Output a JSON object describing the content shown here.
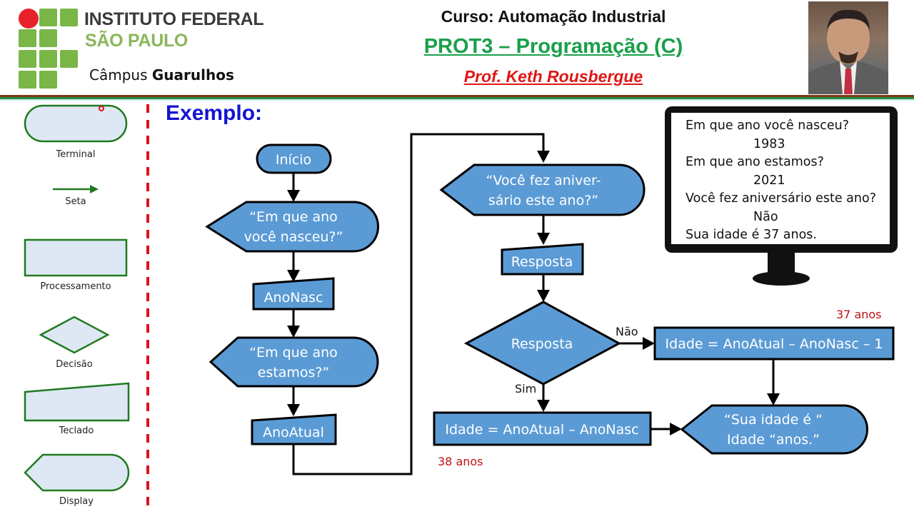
{
  "header": {
    "institution_line1": "INSTITUTO FEDERAL",
    "institution_line2": "SÃO PAULO",
    "campus_prefix": "Câmpus",
    "campus_name": "Guarulhos",
    "course": "Curso: Automação Industrial",
    "discipline": "PROT3 – Programação (C)",
    "professor": "Prof. Keth Rousbergue"
  },
  "colors": {
    "shape_fill": "#5b9bd5",
    "legend_fill": "#dde8f4",
    "legend_stroke": "#1f7a1f",
    "accent_red": "#e0101a",
    "title_blue": "#1414d0",
    "discipline_green": "#1aa04a"
  },
  "legend": {
    "items": [
      {
        "label": "Terminal",
        "shape": "terminal"
      },
      {
        "label": "Seta",
        "shape": "arrow"
      },
      {
        "label": "Processamento",
        "shape": "process"
      },
      {
        "label": "Decisão",
        "shape": "decision"
      },
      {
        "label": "Teclado",
        "shape": "manual-input"
      },
      {
        "label": "Display",
        "shape": "display"
      }
    ]
  },
  "example": {
    "title": "Exemplo:",
    "nodes": {
      "start": "Início",
      "ask_birth_1": "“Em que ano",
      "ask_birth_2": "você nasceu?”",
      "input_birth": "AnoNasc",
      "ask_year_1": "“Em que ano",
      "ask_year_2": "estamos?”",
      "input_year": "AnoAtual",
      "ask_bday_1": "“Você fez aniver-",
      "ask_bday_2": "sário este ano?”",
      "input_answer": "Resposta",
      "decision": "Resposta",
      "calc_no": "Idade = AnoAtual – AnoNasc – 1",
      "calc_yes": "Idade = AnoAtual – AnoNasc",
      "output_1": "“Sua idade é “",
      "output_2": "Idade “anos.”"
    },
    "branches": {
      "no": "Não",
      "yes": "Sim"
    },
    "notes": {
      "no_result": "37 anos",
      "yes_result": "38 anos"
    }
  },
  "monitor": {
    "lines": [
      "Em que ano você nasceu?",
      "1983",
      "Em que ano estamos?",
      "2021",
      "Você fez aniversário este ano?",
      "Não",
      "Sua idade é 37 anos."
    ]
  }
}
